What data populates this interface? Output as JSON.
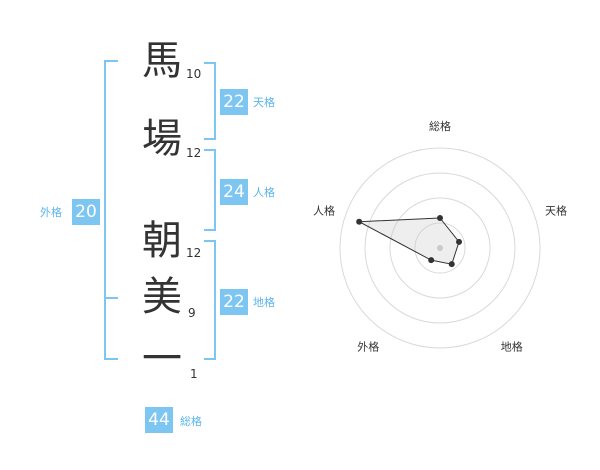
{
  "name": {
    "chars": [
      {
        "char": "馬",
        "strokes": "10"
      },
      {
        "char": "場",
        "strokes": "12"
      },
      {
        "char": "朝",
        "strokes": "12"
      },
      {
        "char": "美",
        "strokes": "9"
      },
      {
        "char": "一",
        "strokes": "1"
      }
    ]
  },
  "kaku": {
    "tenkaku": {
      "value": "22",
      "label": "天格"
    },
    "jinkaku": {
      "value": "24",
      "label": "人格"
    },
    "chikaku": {
      "value": "22",
      "label": "地格"
    },
    "gaikaku": {
      "value": "20",
      "label": "外格"
    },
    "soukaku": {
      "value": "44",
      "label": "総格"
    }
  },
  "colors": {
    "accent": "#7dc6f2",
    "label": "#5ab4ea",
    "text": "#333333"
  },
  "chart_data": {
    "type": "radar",
    "axes": [
      "総格",
      "天格",
      "地格",
      "外格",
      "人格"
    ],
    "values": [
      0.3,
      0.2,
      0.2,
      0.15,
      0.85
    ],
    "rings": 4,
    "range": [
      0,
      1
    ]
  }
}
